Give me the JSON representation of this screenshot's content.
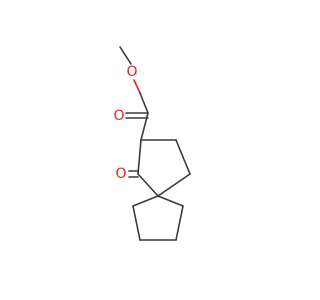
{
  "molecule": {
    "atom_labels": {
      "ester_carbonyl_oxygen": "O",
      "ester_ether_oxygen": "O",
      "ketone_oxygen": "O"
    },
    "colors": {
      "bond": "#3a3a3a",
      "oxygen": "#e0281e",
      "background": "#ffffff"
    }
  }
}
